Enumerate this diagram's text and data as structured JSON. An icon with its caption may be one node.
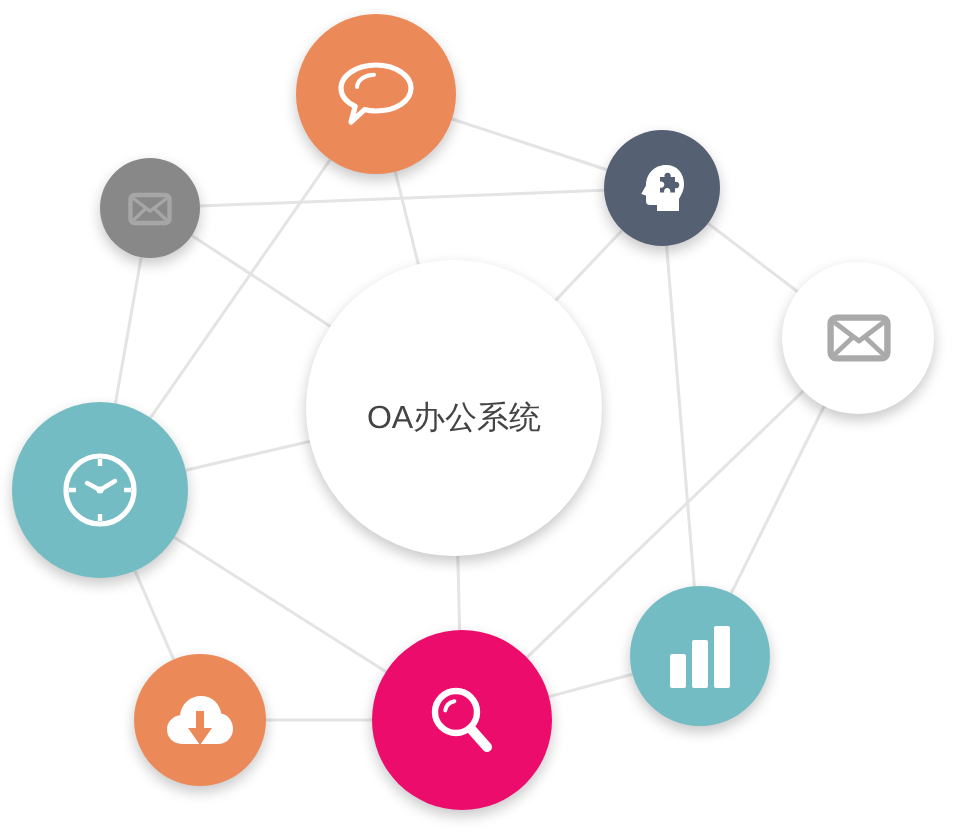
{
  "diagram": {
    "nodes": [
      {
        "text": [],
        "shape": "circle"
      },
      {
        "text": [],
        "shape": "circle"
      },
      {
        "text": [],
        "shape": "circle"
      },
      {
        "text": [],
        "shape": "circle"
      },
      {
        "text": [
          "OA办公系统"
        ]
      },
      {
        "text": [],
        "shape": "circle"
      },
      {
        "text": [],
        "shape": "circle"
      },
      {
        "text": [],
        "shape": "circle"
      },
      {
        "text": [],
        "shape": "circle"
      }
    ],
    "edges": [
      {
        "from": 1,
        "to": 2,
        "arrow": "none"
      },
      {
        "from": 0,
        "to": 2,
        "arrow": "none"
      },
      {
        "from": 2,
        "to": 3,
        "arrow": "none"
      },
      {
        "from": 0,
        "to": 4,
        "arrow": "none"
      },
      {
        "from": 0,
        "to": 5,
        "arrow": "none"
      },
      {
        "from": 1,
        "to": 4,
        "arrow": "none"
      },
      {
        "from": 1,
        "to": 5,
        "arrow": "none"
      },
      {
        "from": 2,
        "to": 4,
        "arrow": "none"
      },
      {
        "from": 2,
        "to": 6,
        "arrow": "none"
      },
      {
        "from": 3,
        "to": 8,
        "arrow": "none"
      },
      {
        "from": 3,
        "to": 6,
        "arrow": "none"
      },
      {
        "from": 5,
        "to": 4,
        "arrow": "none"
      },
      {
        "from": 5,
        "to": 8,
        "arrow": "none"
      },
      {
        "from": 5,
        "to": 7,
        "arrow": "none"
      },
      {
        "from": 7,
        "to": 8,
        "arrow": "none"
      },
      {
        "from": 4,
        "to": 8,
        "arrow": "none"
      },
      {
        "from": 6,
        "to": 8,
        "arrow": "none"
      }
    ]
  }
}
